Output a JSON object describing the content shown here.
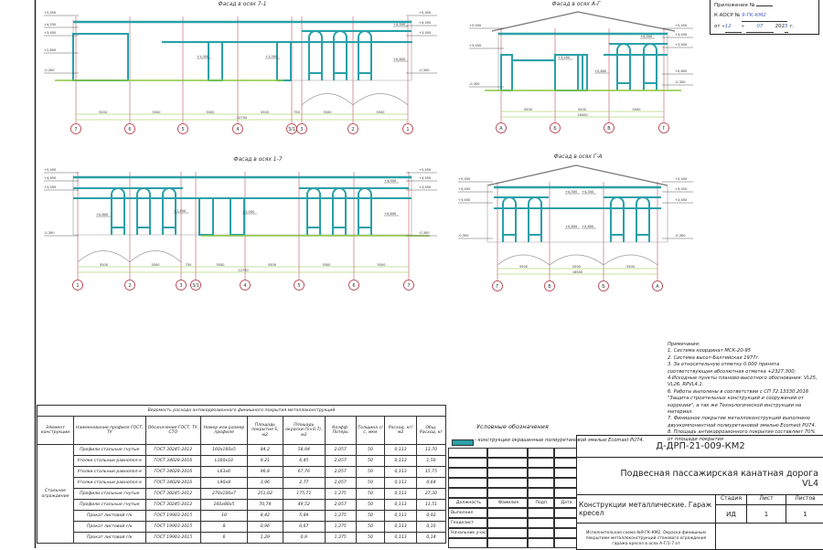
{
  "stamp": {
    "appendix_label": "Приложение №",
    "aosr_label": "К АОСР №",
    "aosr_value": "9-ГК-КМ2",
    "date_prefix": "от",
    "day": "12",
    "month": "07",
    "year_prefix": "202",
    "year_suffix": "5",
    "year_unit": "г."
  },
  "facades": [
    {
      "title": "Фасад в осях 7-1",
      "axes": [
        "7",
        "6",
        "5",
        "4",
        "3/1",
        "3",
        "2",
        "1"
      ],
      "dims": [
        "5500",
        "5500",
        "5500",
        "5500",
        "750",
        "5500",
        "5500"
      ],
      "total": "22750",
      "levels_left": [
        "+5,450",
        "+4,250",
        "+3,450",
        "+2,600",
        "-0,300"
      ],
      "levels_right": [
        "+5,450",
        "+4,450",
        "+3,450",
        "-0,300"
      ],
      "marks": [
        "+1,000",
        "+1,000",
        "+0,800",
        "+4,500"
      ]
    },
    {
      "title": "Фасад в осях 1-7",
      "axes": [
        "1",
        "2",
        "3",
        "3/1",
        "4",
        "5",
        "6",
        "7"
      ],
      "dims": [
        "5500",
        "5500",
        "750",
        "5500",
        "5500",
        "5500",
        "5500"
      ],
      "total": "22750",
      "levels_left": [
        "+5,450",
        "+4,450",
        "+3,450",
        "-0,300"
      ],
      "levels_right": [
        "+5,450",
        "+4,450",
        "+3,450",
        "-0,300"
      ],
      "marks": [
        "+0,800",
        "+1,000",
        "+1,000",
        "+0,800",
        "+4,500"
      ]
    },
    {
      "title": "Фасад в осях А-Г",
      "axes": [
        "А",
        "Б",
        "В",
        "Г"
      ],
      "dims": [
        "5500",
        "5500",
        "5500"
      ],
      "total": "16500",
      "levels_left": [
        "+5,450",
        "+3,450",
        "-0,300"
      ],
      "levels_right": [
        "+5,450",
        "+4,450",
        "+3,450",
        "+0,800",
        "-0,300"
      ],
      "marks": [
        "+3,200",
        "+0,800",
        "+4,500"
      ]
    },
    {
      "title": "Фасад в осях Г-А",
      "axes": [
        "Г",
        "В",
        "Б",
        "А"
      ],
      "dims": [
        "5500",
        "5500",
        "5500"
      ],
      "total": "16500",
      "levels_left": [
        "+5,450",
        "+4,450",
        "+3,450",
        "-0,300"
      ],
      "levels_right": [
        "+5,450",
        "+4,450",
        "+3,450",
        "-0,300"
      ],
      "marks": [
        "+4,500",
        "+4,500",
        "+0,800",
        "+0,800"
      ]
    }
  ],
  "table": {
    "title": "Ведомость расхода антикоррозионного финишного покрытия металлоконструкций",
    "headers": [
      "Элемент конструкции",
      "Наименование профиля ГОСТ, ТУ",
      "Обозначение ГОСТ, ТУ, СТО",
      "Номер или размер профиля",
      "Площадь покрытия S, м2",
      "Площадь окраски (S×0,7), м2",
      "Коэфф. Потерь",
      "Толщина с/с, мкм",
      "Расход, кг/м2",
      "Общ. Расход, кг"
    ],
    "group": "Стальное ограждение",
    "rows": [
      [
        "Профили стальные гнутые",
        "ГОСТ 30245-2012",
        "160х160х5",
        "84,2",
        "58,94",
        "2,057",
        "50",
        "0,113",
        "13,70"
      ],
      [
        "Уголки стальные равнопол-е",
        "ГОСТ 34028-2016",
        "L160х10",
        "9,21",
        "6,45",
        "2,057",
        "50",
        "0,113",
        "1,50"
      ],
      [
        "Уголки стальные равнопол-е",
        "ГОСТ 34028-2016",
        "L63х6",
        "96,8",
        "67,76",
        "2,057",
        "50",
        "0,113",
        "15,75"
      ],
      [
        "Уголки стальные равнопол-е",
        "ГОСТ 34028-2016",
        "L90х8",
        "3,96",
        "2,77",
        "2,057",
        "50",
        "0,113",
        "0,64"
      ],
      [
        "Профили стальные гнутые",
        "ГОСТ 30245-2012",
        "270х100х7",
        "251,02",
        "175,71",
        "1,375",
        "50",
        "0,113",
        "27,30"
      ],
      [
        "Профили стальные гнутые",
        "ГОСТ 30245-2012",
        "160х80х5",
        "70,74",
        "49,52",
        "2,057",
        "50",
        "0,113",
        "11,51"
      ],
      [
        "Прокат листовой г/к",
        "ГОСТ 19903-2015",
        "10",
        "8,42",
        "5,89",
        "1,375",
        "50",
        "0,113",
        "0,92"
      ],
      [
        "Прокат листовой г/к",
        "ГОСТ 19903-2015",
        "8",
        "0,96",
        "0,67",
        "1,375",
        "50",
        "0,113",
        "0,10"
      ],
      [
        "Прокат листовой г/к",
        "ГОСТ 19903-2015",
        "6",
        "1,29",
        "0,9",
        "1,375",
        "50",
        "0,113",
        "0,14"
      ]
    ]
  },
  "legend": {
    "title": "Условные обозначения",
    "item": "- конструкции окрашенные полиуретановой эмалью Ecomast PU74.",
    "color": "#2aa0a8"
  },
  "notes": {
    "title": "Примечания:",
    "items": [
      "1. Система координат МСК-20-95",
      "2. Система высот-Балтийская 1977г.",
      "3. За относительную отметку 0.000 принята соответствующая абсолютная отметка +2327.300;",
      "4.Исходные пункты планово-высотного обоснования: VL25, VL26, RPVL4.1.",
      "6. Работы выполены в соответствии с СП 72.13330.2016 \"Защита строительных конструкций и сооружений от коррозии\", а так же Технологической инструкции на материал.",
      "7. Финишное покрытие металлоконструкций выполнено двухкомпонентной полиуретановой эмалью Ecomast PU74.",
      "8. Площадь антикоррозионного покрытия составляет 70% от площади покрытия"
    ]
  },
  "titleblock": {
    "code": "Д-ДРП-21-009-КМ2",
    "project": "Подвесная пассажирская канатная дорога VL4",
    "sheet_title": "Конструкции металлические. Гараж кресел",
    "stage_label": "Стадия",
    "sheet_label": "Лист",
    "sheets_label": "Листов",
    "stage": "ИД",
    "sheet": "1",
    "sheets": "1",
    "scheme": "Исполнительная схема №9-ГК-КМ2. Окраска финишным покрытием металлоконструкций стенового ограждения гаража кресел в осях А-Г/1-7 от",
    "sig_headers": [
      "Должность",
      "Фамилия",
      "Подп.",
      "Дата"
    ],
    "roles": [
      "Выполнил",
      "Геодезист",
      "Начальник участка"
    ]
  },
  "colors": {
    "steel": "#2aa0a8",
    "axis": "#b03040",
    "dim": "#8cc63f",
    "line": "#555555"
  }
}
